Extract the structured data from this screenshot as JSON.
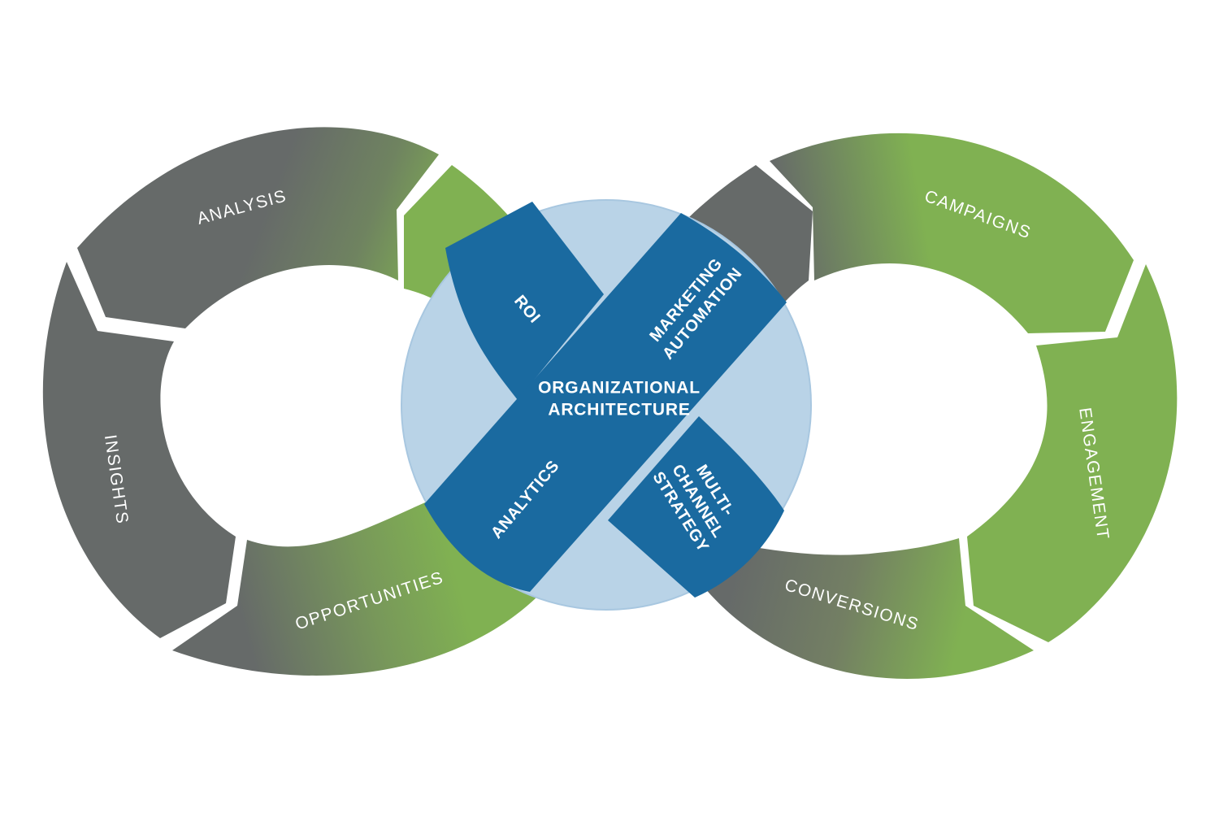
{
  "colors": {
    "gray": "#666a69",
    "green": "#80b152",
    "blue": "#1a6aa0",
    "light_blue": "#b9d3e7"
  },
  "loop_segments": {
    "analysis": "ANALYSIS",
    "insights": "INSIGHTS",
    "opportunities": "OPPORTUNITIES",
    "campaigns": "CAMPAIGNS",
    "engagement": "ENGAGEMENT",
    "conversions": "CONVERSIONS"
  },
  "center": {
    "line1": "ORGANIZATIONAL",
    "line2": "ARCHITECTURE"
  },
  "bands": {
    "roi": "ROI",
    "marketing_automation": [
      "MARKETING",
      "AUTOMATION"
    ],
    "analytics": "ANALYTICS",
    "multi_channel_strategy": [
      "MULTI-",
      "CHANNEL",
      "STRATEGY"
    ]
  }
}
